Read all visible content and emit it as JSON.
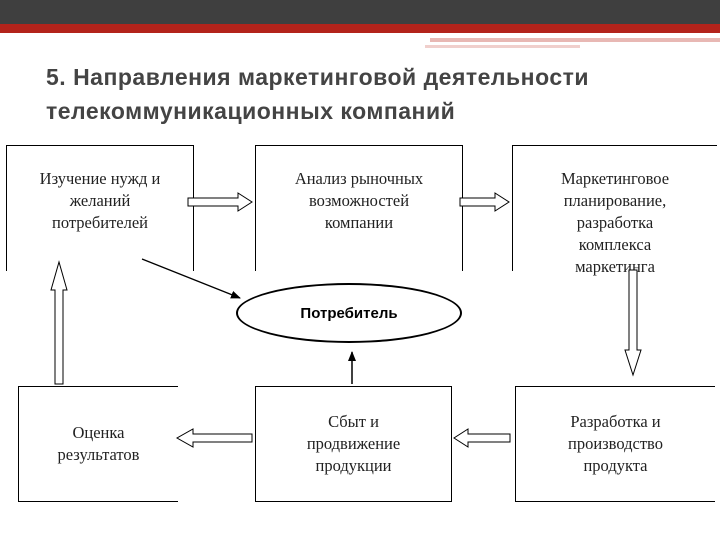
{
  "title": {
    "line1": "5. Направления маркетинговой деятельности",
    "line2": "телекоммуникационных компаний"
  },
  "diagram": {
    "nodes": {
      "needs": "Изучение нужд и\nжеланий\nпотребителей",
      "market_analysis": "Анализ рыночных\nвозможностей\nкомпании",
      "planning": "Маркетинговое\nпланирование,\nразработка\nкомплекса\nмаркетинга",
      "consumer": "Потребитель",
      "evaluation": "Оценка\nрезультатов",
      "sales": "Сбыт и\nпродвижение\nпродукции",
      "production": "Разработка и\nпроизводство\nпродукта"
    }
  }
}
